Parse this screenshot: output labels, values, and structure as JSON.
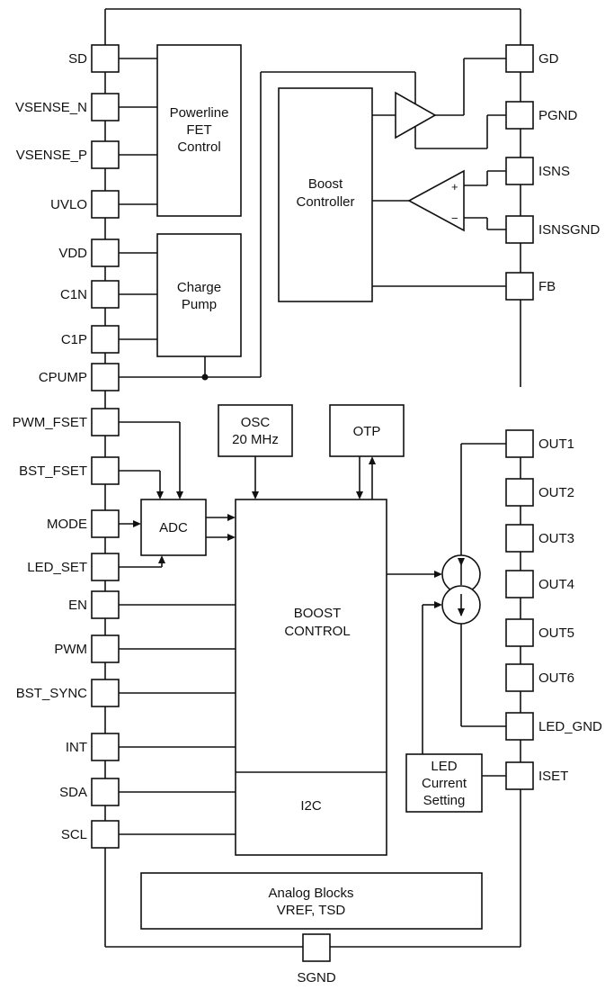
{
  "pins_left": {
    "sd": "SD",
    "vsense_n": "VSENSE_N",
    "vsense_p": "VSENSE_P",
    "uvlo": "UVLO",
    "vdd": "VDD",
    "c1n": "C1N",
    "c1p": "C1P",
    "cpump": "CPUMP",
    "pwm_fset": "PWM_FSET",
    "bst_fset": "BST_FSET",
    "mode": "MODE",
    "led_set": "LED_SET",
    "en": "EN",
    "pwm": "PWM",
    "bst_sync": "BST_SYNC",
    "int": "INT",
    "sda": "SDA",
    "scl": "SCL"
  },
  "pins_right": {
    "gd": "GD",
    "pgnd": "PGND",
    "isns": "ISNS",
    "isnsgnd": "ISNSGND",
    "fb": "FB",
    "out1": "OUT1",
    "out2": "OUT2",
    "out3": "OUT3",
    "out4": "OUT4",
    "out5": "OUT5",
    "out6": "OUT6",
    "led_gnd": "LED_GND",
    "iset": "ISET"
  },
  "pins_bottom": {
    "sgnd": "SGND"
  },
  "blocks": {
    "powerline": [
      "Powerline",
      "FET",
      "Control"
    ],
    "charge_pump": [
      "Charge",
      "Pump"
    ],
    "boost_controller": [
      "Boost",
      "Controller"
    ],
    "osc": [
      "OSC",
      "20 MHz"
    ],
    "otp": "OTP",
    "adc": "ADC",
    "boost_control": [
      "BOOST",
      "CONTROL"
    ],
    "i2c": "I2C",
    "led_current": [
      "LED",
      "Current",
      "Setting"
    ],
    "analog": [
      "Analog Blocks",
      "VREF, TSD"
    ]
  },
  "comparator_signs": {
    "plus": "+",
    "minus": "−"
  }
}
